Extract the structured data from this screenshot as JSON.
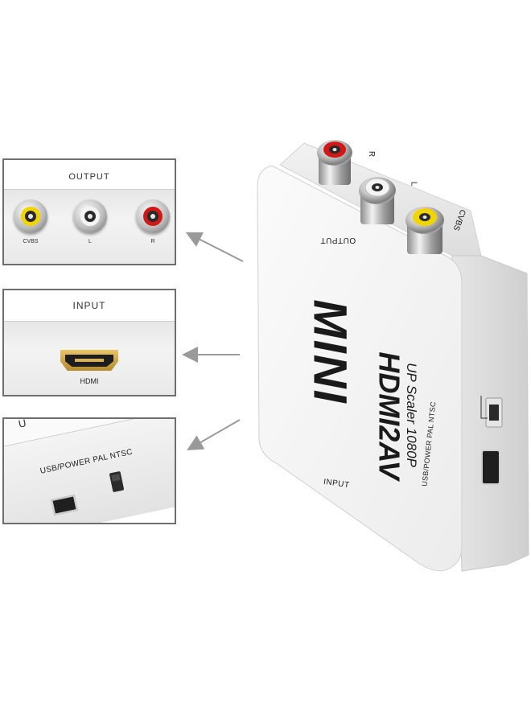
{
  "panels": {
    "output": {
      "title": "OUTPUT",
      "connectors": [
        {
          "label": "CVBS",
          "color": "#f2d400"
        },
        {
          "label": "L",
          "color": "#f4f4f4"
        },
        {
          "label": "R",
          "color": "#d01818"
        }
      ]
    },
    "input": {
      "title": "INPUT",
      "port_label": "HDMI"
    },
    "usb": {
      "port_text": "USB/POWER PAL NTSC",
      "partial_text": "U"
    }
  },
  "device": {
    "brand": "MINI",
    "model": "HDMI2AV",
    "tagline": "UP Scaler 1080P",
    "output_label": "OUTPUT",
    "input_label": "INPUT",
    "side_label": "USB/POWER PAL NTSC",
    "jack_labels": [
      "R",
      "L",
      "CVBS"
    ],
    "jack_colors": [
      "#d01818",
      "#f4f4f4",
      "#f2d400"
    ],
    "body_color": "#f5f5f5"
  }
}
